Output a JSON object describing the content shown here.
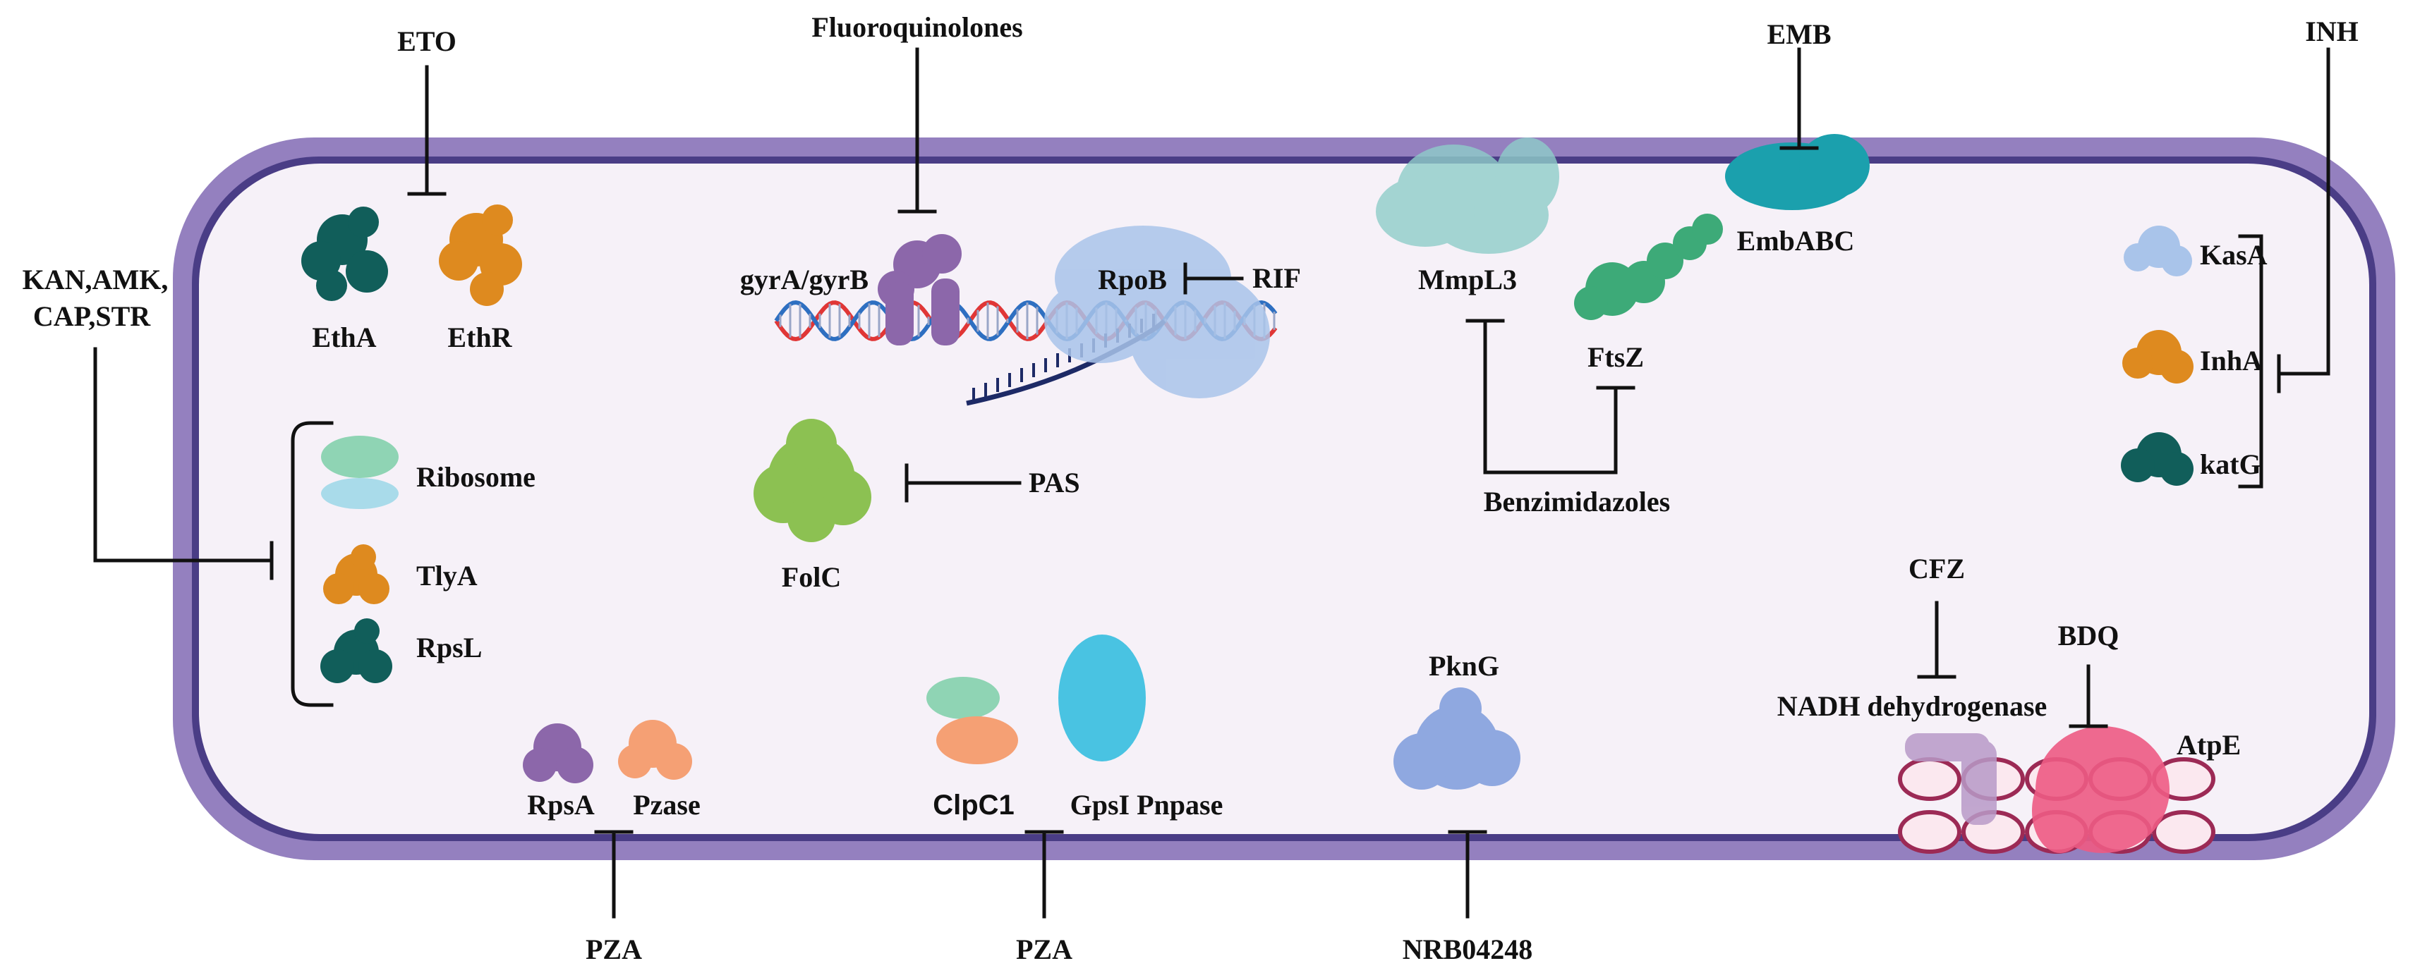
{
  "drugs": {
    "eto": "ETO",
    "fluoroquinolones": "Fluoroquinolones",
    "emb": "EMB",
    "inh": "INH",
    "aminoglycosides": [
      "KAN,AMK,",
      "CAP,STR"
    ],
    "rif": "RIF",
    "pas": "PAS",
    "benzimidazoles": "Benzimidazoles",
    "cfz": "CFZ",
    "bdq": "BDQ",
    "pza_left": "PZA",
    "pza_middle": "PZA",
    "nrb": "NRB04248"
  },
  "targets": {
    "etha": "EthA",
    "ethr": "EthR",
    "gyr": "gyrA/gyrB",
    "rpob": "RpoB",
    "mmpl3": "MmpL3",
    "ftsz": "FtsZ",
    "embabc": "EmbABC",
    "kasa": "KasA",
    "inha": "InhA",
    "katg": "katG",
    "ribosome": "Ribosome",
    "tlya": "TlyA",
    "rpsl": "RpsL",
    "folc": "FolC",
    "pkng": "PknG",
    "nadh": "NADH dehydrogenase",
    "atpe": "AtpE",
    "rpsa": "RpsA",
    "pzase": "Pzase",
    "clpc1": "ClpC1",
    "gpsi": "GpsI Pnpase"
  },
  "colors": {
    "membrane_outer": "#9480bf",
    "membrane_inner": "#4a3d86",
    "cytoplasm": "#f6f1f8",
    "dark_teal": "#115e5a",
    "orange": "#de8a1f",
    "purple": "#8c67aa",
    "light_blue": "#a9c4ea",
    "mint": "#8fd4b4",
    "green": "#8cc152",
    "teal": "#1ba0ad",
    "sky": "#49c3e2",
    "salmon": "#f5a074",
    "pink": "#ee5b84",
    "lilac": "#b89ac8",
    "periwinkle": "#8fa8e0",
    "dna_red": "#e03636",
    "dna_blue": "#2e6fc1",
    "rna_navy": "#1d2a66"
  }
}
